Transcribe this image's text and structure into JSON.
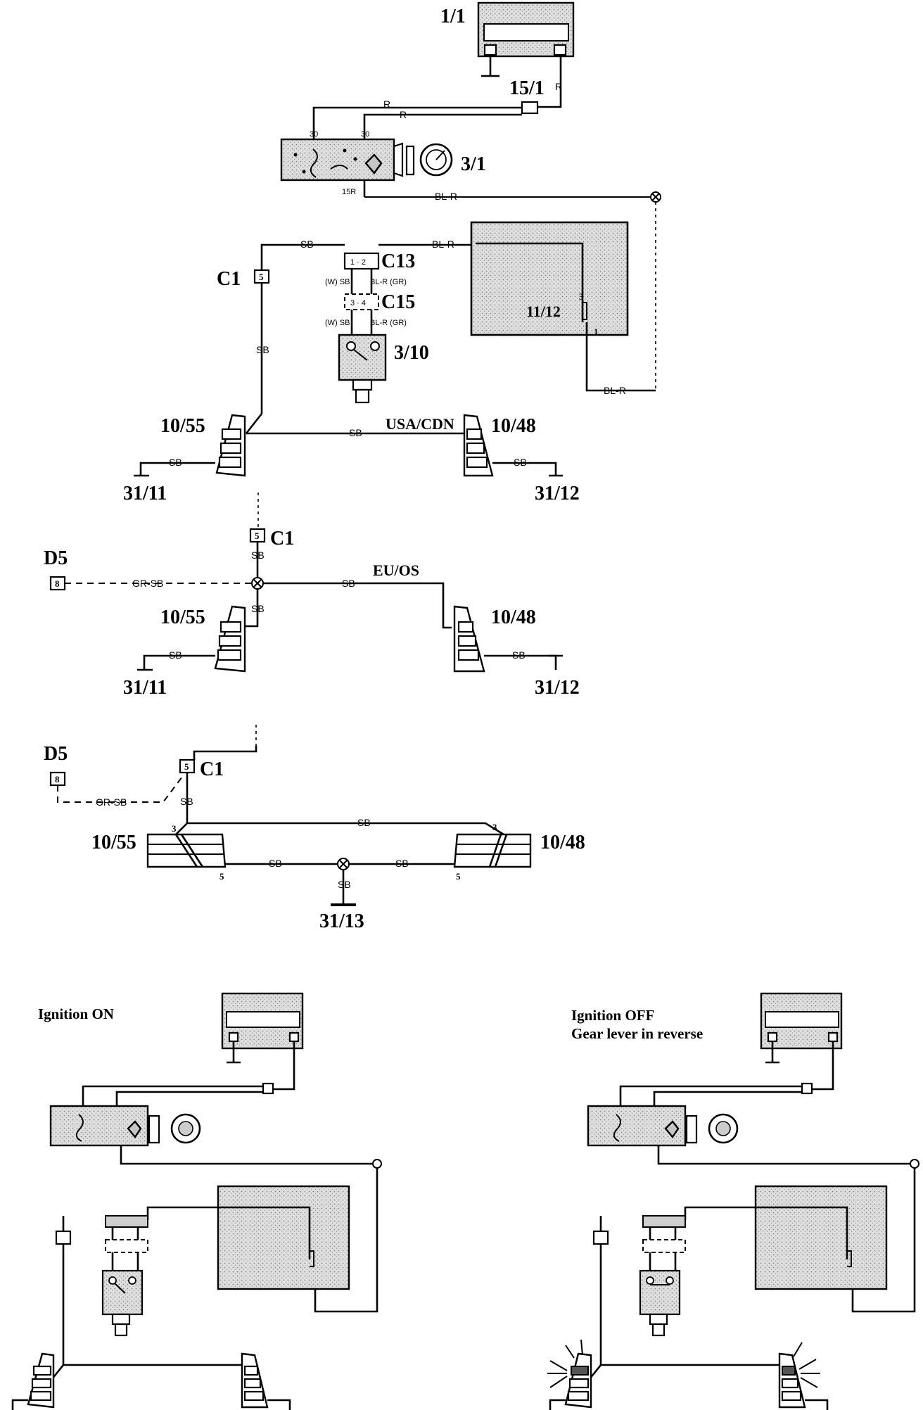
{
  "components": {
    "battery": "1/1",
    "fuse": "15/1",
    "ignition_switch": "3/1",
    "reverse_switch": "3/10",
    "control_module": "11/12",
    "lamp_left": "10/55",
    "lamp_right": "10/48",
    "ground_left": "31/11",
    "ground_right": "31/12",
    "ground_center": "31/13"
  },
  "connectors": {
    "c1": "C1",
    "c13": "C13",
    "c15": "C15",
    "d5": "D5",
    "c1_pin": "5",
    "d5_pin": "8"
  },
  "wire_colors": {
    "red": "R",
    "blue_red": "BL-R",
    "black": "SB",
    "grey_black": "GR-SB"
  },
  "pins": {
    "switch_30a": "30",
    "switch_30b": "30",
    "switch_15": "15R",
    "c13_pins": "1 · 2",
    "c15_pins": "3 · 4",
    "c13_left": "(W) SB",
    "c13_right": "BL-R (GR)",
    "c15_left": "(W) SB",
    "c15_right": "BL-R (GR)",
    "module_pin_3": "3",
    "module_pin_1": "1",
    "lamp_pin_3": "3",
    "lamp_pin_5": "5"
  },
  "variants": {
    "usa": "USA/CDN",
    "eu": "EU/OS"
  },
  "states": {
    "ignition_on": "Ignition ON",
    "ignition_off": "Ignition OFF",
    "gear_reverse": "Gear lever in reverse"
  }
}
